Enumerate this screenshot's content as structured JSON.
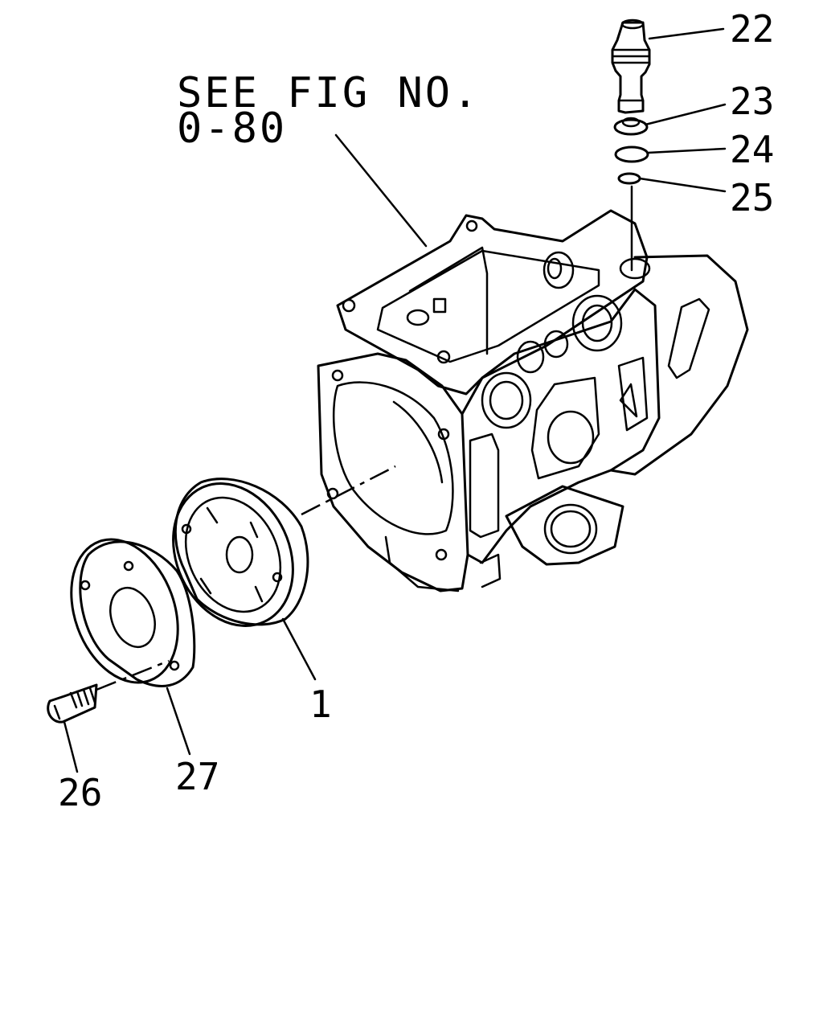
{
  "note": {
    "line1": "SEE FIG NO.",
    "line2": "0-80"
  },
  "callouts": {
    "c1": "1",
    "c22": "22",
    "c23": "23",
    "c24": "24",
    "c25": "25",
    "c26": "26",
    "c27": "27"
  }
}
